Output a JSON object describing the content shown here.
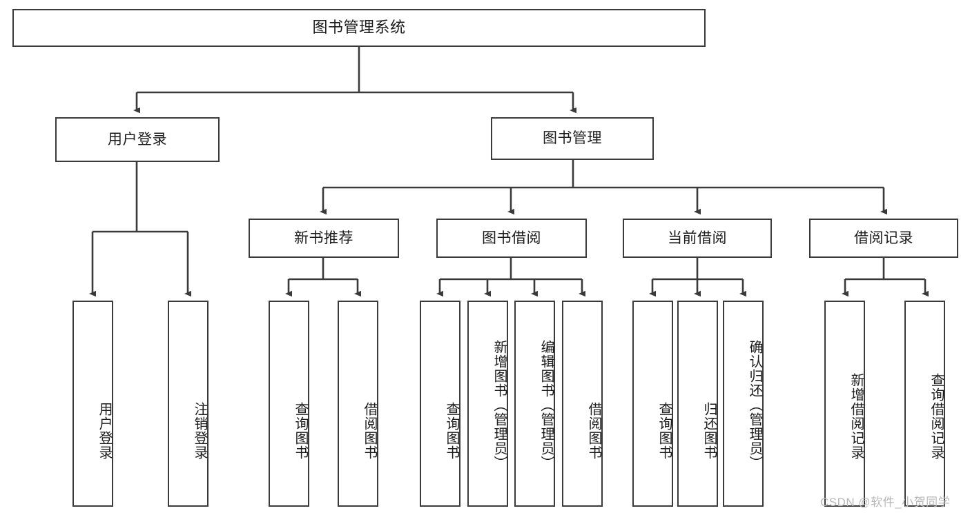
{
  "diagram": {
    "type": "hierarchy-tree",
    "title": "图书管理系统",
    "levels": 4,
    "watermark": "CSDN @软件_小贺同学",
    "colors": {
      "box_border": "#3a3a3a",
      "box_fill": "#ffffff",
      "text": "#1c1c1c",
      "edge": "#3a3a3a",
      "watermark": "#b9b9b9"
    },
    "root": {
      "label": "图书管理系统"
    },
    "level2": [
      {
        "label": "用户登录"
      },
      {
        "label": "图书管理"
      }
    ],
    "level3": [
      {
        "label": "新书推荐"
      },
      {
        "label": "图书借阅"
      },
      {
        "label": "当前借阅"
      },
      {
        "label": "借阅记录"
      }
    ],
    "leaves": {
      "user_login": [
        {
          "label": "用户登录"
        },
        {
          "label": "注销登录"
        }
      ],
      "new_book": [
        {
          "label": "查询图书"
        },
        {
          "label": "借阅图书"
        }
      ],
      "borrow_book": [
        {
          "label": "查询图书"
        },
        {
          "label": "新增图书（管理员）"
        },
        {
          "label": "编辑图书（管理员）"
        },
        {
          "label": "借阅图书"
        }
      ],
      "current_borrow": [
        {
          "label": "查询图书"
        },
        {
          "label": "归还图书"
        },
        {
          "label": "确认归还（管理员）"
        }
      ],
      "borrow_record": [
        {
          "label": "新增借阅记录"
        },
        {
          "label": "查询借阅记录"
        }
      ]
    }
  }
}
